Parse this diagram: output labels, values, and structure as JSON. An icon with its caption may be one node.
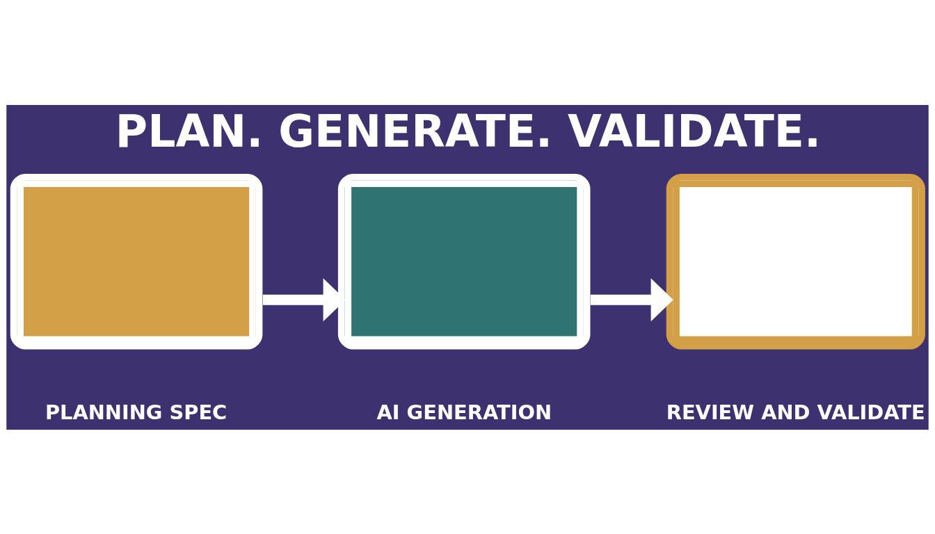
{
  "diagram": {
    "title": "PLAN. GENERATE. VALIDATE.",
    "nodes": [
      {
        "text": [
          "PLANNING SPEC"
        ]
      },
      {
        "text": [
          "AI GENERATION"
        ]
      },
      {
        "text": [
          "REVIEW AND VALIDATE"
        ]
      }
    ],
    "edges": [
      {
        "from": 0,
        "to": 1,
        "arrow": "to"
      },
      {
        "from": 1,
        "to": 2,
        "arrow": "to"
      }
    ]
  }
}
